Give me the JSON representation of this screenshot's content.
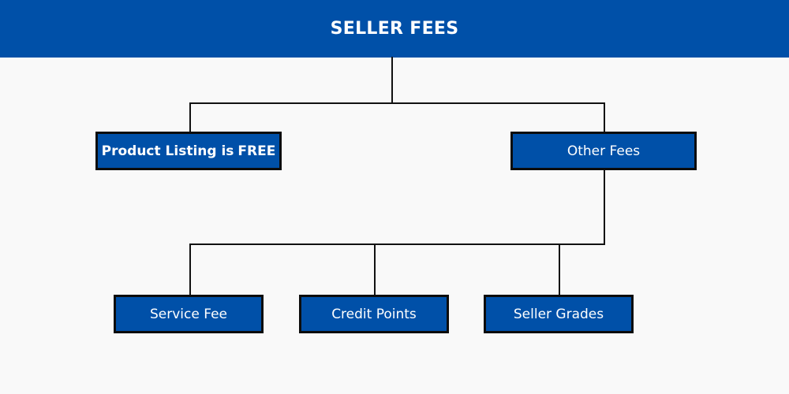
{
  "header": {
    "title": "SELLER FEES"
  },
  "nodes": {
    "listing": {
      "label": "Product Listing is",
      "emphasis": "FREE"
    },
    "other_fees": {
      "label": "Other Fees"
    },
    "service_fee": {
      "label": "Service Fee"
    },
    "credit_points": {
      "label": "Credit Points"
    },
    "seller_grades": {
      "label": "Seller Grades"
    }
  },
  "colors": {
    "primary_blue": "#0050a8",
    "border": "#0c0c0c",
    "connector": "#111111",
    "background": "#f9f9f9",
    "text": "#ffffff"
  }
}
